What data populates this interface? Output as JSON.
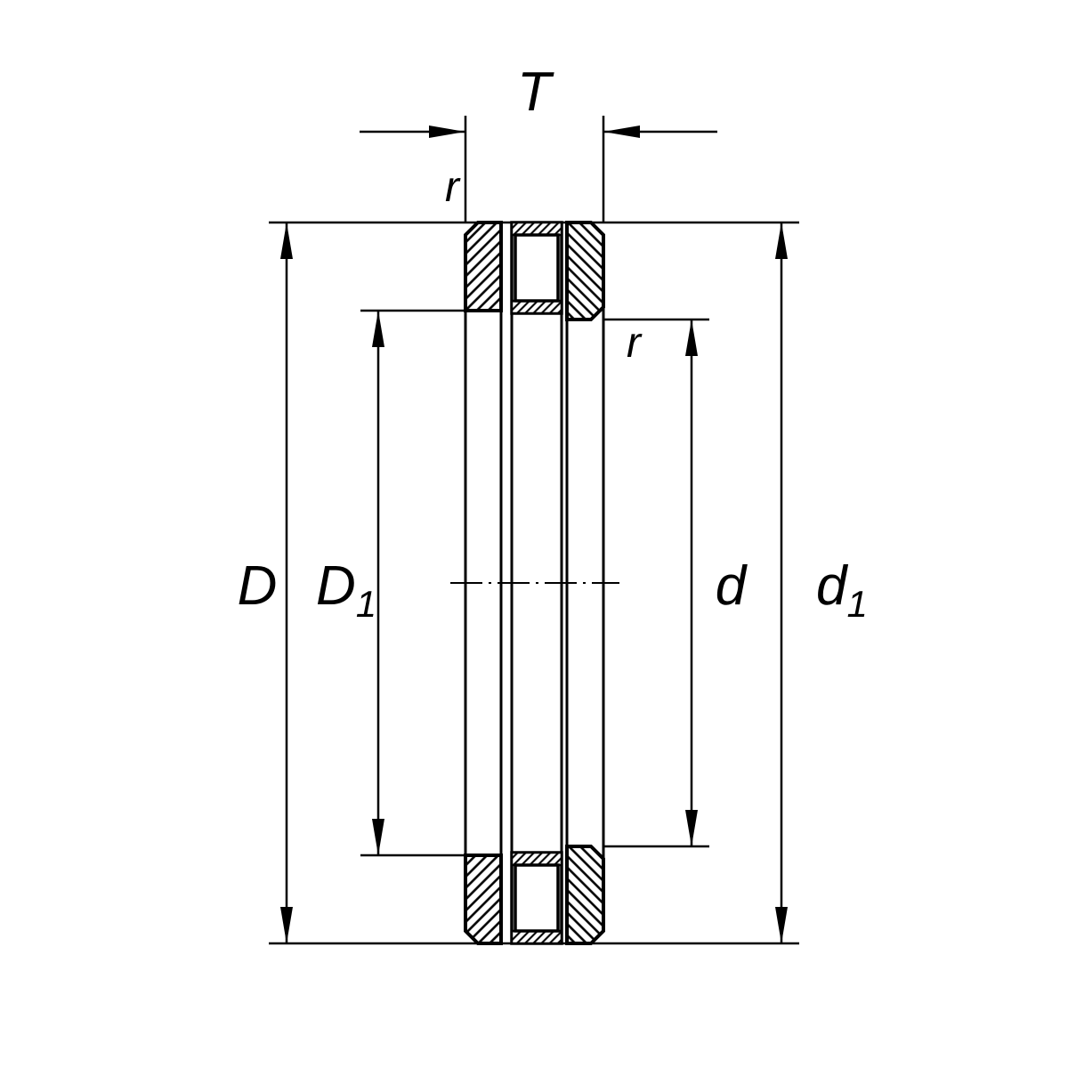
{
  "drawing": {
    "background_color": "#ffffff",
    "line_color": "#000000",
    "dimensions": {
      "T": {
        "label": "T"
      },
      "r_top": {
        "label": "r"
      },
      "r_inner": {
        "label": "r"
      },
      "D": {
        "label": "D"
      },
      "D1": {
        "label": "D",
        "sub": "1"
      },
      "d": {
        "label": "d"
      },
      "d1": {
        "label": "d",
        "sub": "1"
      }
    }
  }
}
